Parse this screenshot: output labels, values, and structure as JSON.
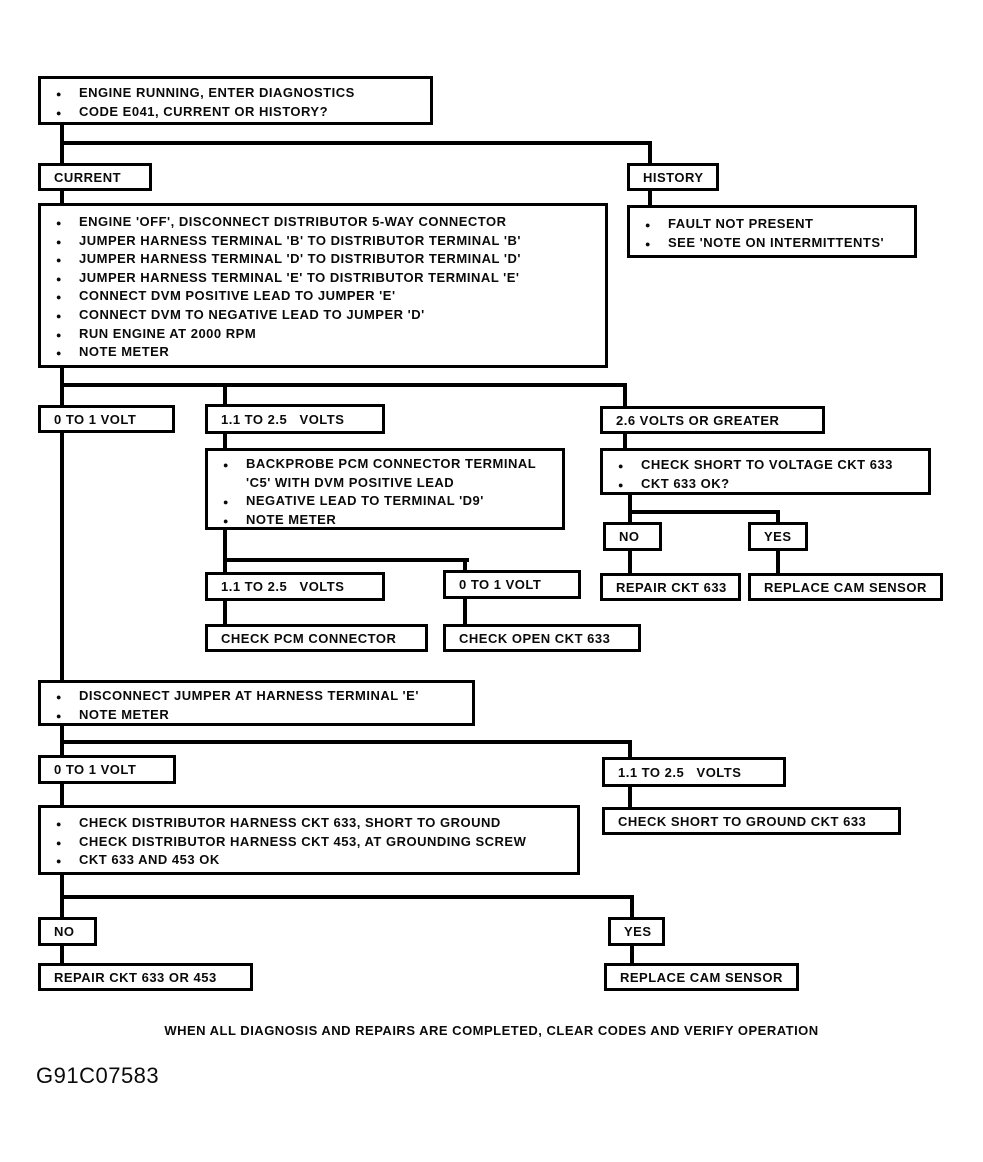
{
  "diagram": {
    "start": {
      "items": [
        "ENGINE RUNNING, ENTER DIAGNOSTICS",
        "CODE E041, CURRENT OR HISTORY?"
      ]
    },
    "current_label": "CURRENT",
    "history_label": "HISTORY",
    "current_test": {
      "items": [
        "ENGINE 'OFF', DISCONNECT DISTRIBUTOR 5-WAY CONNECTOR",
        "JUMPER HARNESS TERMINAL 'B' TO DISTRIBUTOR TERMINAL 'B'",
        "JUMPER HARNESS TERMINAL 'D' TO DISTRIBUTOR TERMINAL 'D'",
        "JUMPER HARNESS TERMINAL 'E' TO DISTRIBUTOR TERMINAL 'E'",
        "CONNECT DVM POSITIVE LEAD TO JUMPER 'E'",
        "CONNECT DVM TO NEGATIVE LEAD TO JUMPER 'D'",
        "RUN ENGINE AT 2000 RPM",
        "NOTE METER"
      ]
    },
    "history_result": {
      "items": [
        "FAULT NOT PRESENT",
        "SEE 'NOTE ON INTERMITTENTS'"
      ]
    },
    "volt_0_1_a": "0 TO 1 VOLT",
    "volt_11_25_a": "1.1 TO 2.5   VOLTS",
    "volt_26_plus": "2.6 VOLTS OR GREATER",
    "backprobe": {
      "items": [
        "BACKPROBE PCM CONNECTOR TERMINAL",
        "'C5' WITH DVM POSITIVE LEAD",
        "NEGATIVE LEAD TO TERMINAL 'D9'",
        "NOTE METER"
      ]
    },
    "check_short_voltage": {
      "items": [
        "CHECK SHORT TO VOLTAGE CKT 633",
        "CKT 633 OK?"
      ]
    },
    "no_label_a": "NO",
    "yes_label_a": "YES",
    "repair_633": "REPAIR CKT 633",
    "replace_cam_a": "REPLACE CAM SENSOR",
    "volt_11_25_b": "1.1 TO 2.5   VOLTS",
    "volt_0_1_b": "0 TO 1 VOLT",
    "check_pcm": "CHECK PCM CONNECTOR",
    "check_open": "CHECK OPEN CKT 633",
    "disconnect_jumper": {
      "items": [
        "DISCONNECT JUMPER AT HARNESS TERMINAL 'E'",
        "NOTE METER"
      ]
    },
    "volt_0_1_c": "0 TO 1 VOLT",
    "volt_11_25_c": "1.1 TO 2.5   VOLTS",
    "check_ground": "CHECK SHORT TO GROUND CKT 633",
    "check_distributor": {
      "items": [
        "CHECK DISTRIBUTOR HARNESS CKT 633, SHORT TO GROUND",
        "CHECK DISTRIBUTOR HARNESS CKT 453, AT GROUNDING SCREW",
        "CKT 633 AND 453 OK"
      ]
    },
    "no_label_b": "NO",
    "yes_label_b": "YES",
    "repair_633_453": "REPAIR CKT 633 OR 453",
    "replace_cam_b": "REPLACE CAM SENSOR",
    "footer": "WHEN ALL DIAGNOSIS AND REPAIRS ARE COMPLETED, CLEAR CODES AND VERIFY OPERATION",
    "figure_code": "G91C07583"
  }
}
